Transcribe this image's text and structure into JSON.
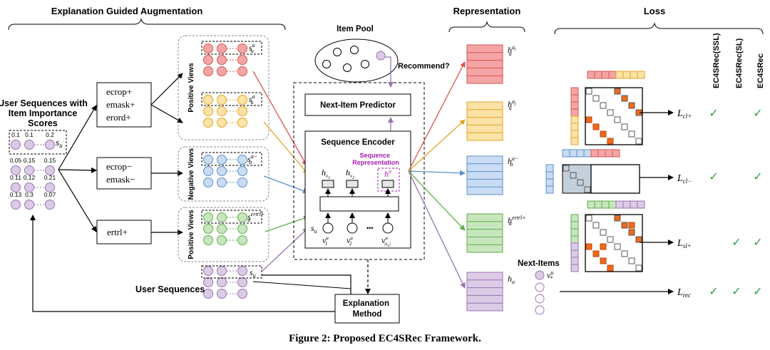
{
  "sections": {
    "augmentation": "Explanation Guided Augmentation",
    "representation": "Representation",
    "loss": "Loss"
  },
  "input": {
    "title_line1": "User Sequences with",
    "title_line2": "Item Importance",
    "title_line3": "Scores",
    "seq_label": "s",
    "seq_sub": "u",
    "score_rows": [
      [
        "0.1",
        "0.1",
        "0.2"
      ],
      [
        "0.05",
        "0.15",
        "0.15"
      ],
      [
        "0.11",
        "0.12",
        "0.21"
      ],
      [
        "0.13",
        "0.3",
        "0.07"
      ]
    ],
    "user_sequences": "User Sequences"
  },
  "operators": {
    "positive": [
      "ecrop+",
      "emask+",
      "erord+"
    ],
    "negative": [
      "ecrop−",
      "emask−"
    ],
    "retrieval": "ertrl+"
  },
  "views": {
    "positive": "Positive Views",
    "negative": "Negative Views",
    "positive2": "Positive Views",
    "s_ai": "s",
    "s_ai_sup": "a",
    "s_ai_sub": "u",
    "s_aj_sup": "a",
    "s_aneg_sup": "a−",
    "s_ertrl_sup": "ertrl+"
  },
  "center": {
    "item_pool": "Item Pool",
    "recommend": "Recommend?",
    "predictor": "Next-Item Predictor",
    "encoder": "Sequence Encoder",
    "seq_rep_line1": "Sequence",
    "seq_rep_line2": "Representation",
    "h_label": "h",
    "v_label": "v",
    "dots": "•••",
    "explanation_line1": "Explanation",
    "explanation_line2": "Method"
  },
  "representation": {
    "h_ai": "a",
    "h_aj": "a",
    "h_aneg": "a−",
    "h_ertrl": "ertrl+",
    "h_plain": "h",
    "next_items": "Next-Items",
    "v_star": "v"
  },
  "loss": {
    "columns": [
      "EC4SRec(SSL)",
      "EC4SRec(SL)",
      "EC4SRec"
    ],
    "rows": [
      {
        "base": "L",
        "sub": "cl+",
        "checks": [
          true,
          false,
          true
        ]
      },
      {
        "base": "L",
        "sub": "cl−",
        "checks": [
          true,
          false,
          true
        ]
      },
      {
        "base": "L",
        "sub": "sl+",
        "checks": [
          false,
          true,
          true
        ]
      },
      {
        "base": "L",
        "sub": "rec",
        "checks": [
          true,
          true,
          true
        ]
      }
    ],
    "check_glyph": "✓"
  },
  "caption": "Figure 2: Proposed EC4SRec Framework.",
  "colors": {
    "red": "#f4a6a6",
    "red_stroke": "#d9544f",
    "yellow": "#fce3a7",
    "yellow_stroke": "#e0a527",
    "blue": "#c9dcf3",
    "blue_stroke": "#5b8fc9",
    "green": "#c7e6bd",
    "green_stroke": "#5fae4c",
    "purple": "#dccbe6",
    "purple_stroke": "#9873b0",
    "orange": "#f06a1c",
    "check": "#2f9e44",
    "seq_rep": "#a21caf"
  }
}
